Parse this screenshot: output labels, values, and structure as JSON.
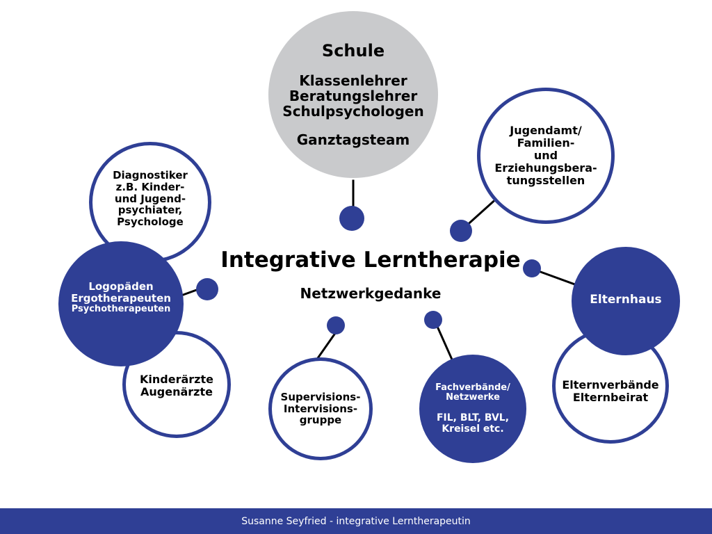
{
  "title": "Integrative Lerntherapie",
  "subtitle": "Netzwerkgedanke",
  "colors": {
    "navy": "#2f3f95",
    "grey": "#c9cacc",
    "line": "#000000"
  },
  "nodes": {
    "schule": {
      "heading": "Schule",
      "lines": [
        "Klassenlehrer",
        "Beratungslehrer",
        "Schulpsychologen",
        "Ganztagsteam"
      ]
    },
    "jugendamt": {
      "lines": [
        "Jugendamt/",
        "Familien-",
        "und",
        "Erziehungsbera-",
        "tungsstellen"
      ]
    },
    "diagnostiker": {
      "lines": [
        "Diagnostiker",
        "z.B. Kinder-",
        "und Jugend-",
        "psychiater,",
        "Psychologe"
      ]
    },
    "logopaeden": {
      "lines": [
        "Logopäden",
        "Ergotherapeuten",
        "Psychotherapeuten"
      ]
    },
    "kinderaerzte": {
      "lines": [
        "Kinderärzte",
        "Augenärzte"
      ]
    },
    "supervision": {
      "lines": [
        "Supervisions-",
        "Intervisions-",
        "gruppe"
      ]
    },
    "fachverbaende": {
      "lines": [
        "Fachverbände/",
        "Netzwerke",
        "FIL, BLT, BVL,",
        "Kreisel etc."
      ]
    },
    "elternhaus": {
      "lines": [
        "Elternhaus"
      ]
    },
    "elternverbaende": {
      "lines": [
        "Elternverbände",
        "Elternbeirat"
      ]
    }
  },
  "footer": "Susanne Seyfried - integrative Lerntherapeutin"
}
